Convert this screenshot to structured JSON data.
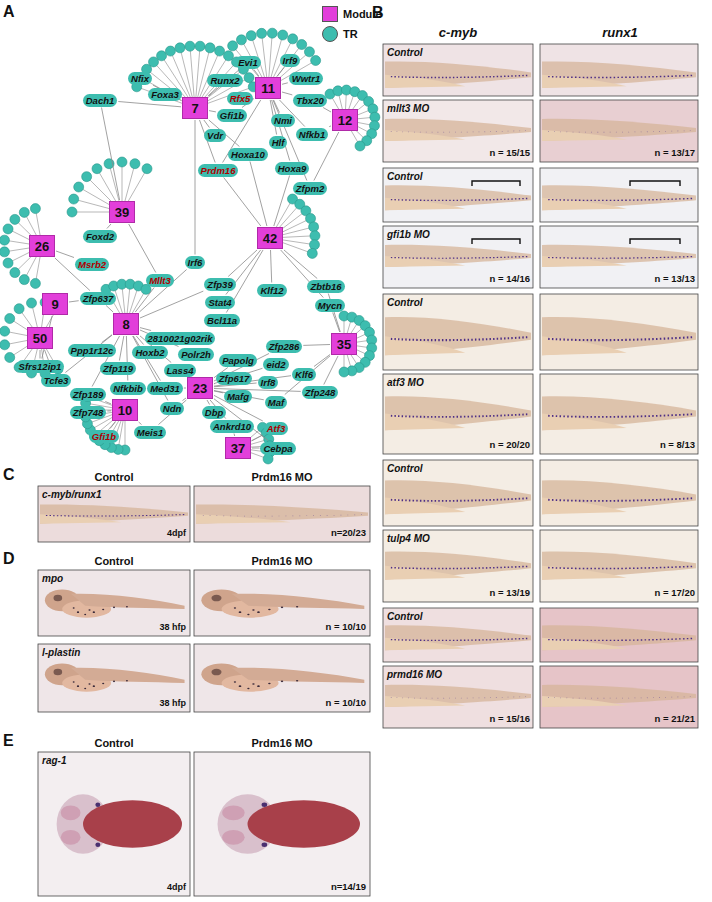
{
  "diagram": {
    "nodes": [
      {
        "text": [
          "7"
        ]
      },
      {
        "text": [
          "11"
        ]
      },
      {
        "text": [
          "12"
        ]
      },
      {
        "text": [
          "39"
        ]
      },
      {
        "text": [
          "26"
        ]
      },
      {
        "text": [
          "9"
        ]
      },
      {
        "text": [
          "50"
        ]
      },
      {
        "text": [
          "8"
        ]
      },
      {
        "text": [
          "42"
        ]
      },
      {
        "text": [
          "35"
        ]
      },
      {
        "text": [
          "10"
        ]
      },
      {
        "text": [
          "23"
        ]
      },
      {
        "text": [
          "37"
        ]
      },
      {
        "text": [
          "Nfix"
        ]
      },
      {
        "text": [
          "Foxa3"
        ]
      },
      {
        "text": [
          "Runx2"
        ]
      },
      {
        "text": [
          "Dach1"
        ]
      },
      {
        "text": [
          "Gfi1b"
        ]
      },
      {
        "text": [
          "Evi1"
        ]
      },
      {
        "text": [
          "Rfx5"
        ]
      },
      {
        "text": [
          "Irf9"
        ]
      },
      {
        "text": [
          "Wwtr1"
        ]
      },
      {
        "text": [
          "Tbx20"
        ]
      },
      {
        "text": [
          "Vdr"
        ]
      },
      {
        "text": [
          "Nmi"
        ]
      },
      {
        "text": [
          "Nfkb1"
        ]
      },
      {
        "text": [
          "Hlf"
        ]
      },
      {
        "text": [
          "Hoxa10"
        ]
      },
      {
        "text": [
          "Prdm16"
        ]
      },
      {
        "text": [
          "Hoxa9"
        ]
      },
      {
        "text": [
          "Zfpm2"
        ]
      },
      {
        "text": [
          "Foxd2"
        ]
      },
      {
        "text": [
          "Msrb2"
        ]
      },
      {
        "text": [
          "Zfp637"
        ]
      },
      {
        "text": [
          "Mllt3"
        ]
      },
      {
        "text": [
          "Irf6"
        ]
      },
      {
        "text": [
          "Zfp39"
        ]
      },
      {
        "text": [
          "Stat4"
        ]
      },
      {
        "text": [
          "Bcl11a"
        ]
      },
      {
        "text": [
          "Klf12"
        ]
      },
      {
        "text": [
          "Zbtb16"
        ]
      },
      {
        "text": [
          "Mycn"
        ]
      },
      {
        "text": [
          "Sfrs12ip1"
        ]
      },
      {
        "text": [
          "Ppp1r12c"
        ]
      },
      {
        "text": [
          "2810021g02rik"
        ]
      },
      {
        "text": [
          "Polr2h"
        ]
      },
      {
        "text": [
          "Zfp119"
        ]
      },
      {
        "text": [
          "Hoxb2"
        ]
      },
      {
        "text": [
          "Lass4"
        ]
      },
      {
        "text": [
          "Tcfe3"
        ]
      },
      {
        "text": [
          "Zfp189"
        ]
      },
      {
        "text": [
          "Med31"
        ]
      },
      {
        "text": [
          "Ndn"
        ]
      },
      {
        "text": [
          "Zfp748"
        ]
      },
      {
        "text": [
          "Nfkbib"
        ]
      },
      {
        "text": [
          "Papolg"
        ]
      },
      {
        "text": [
          "Zfp286"
        ]
      },
      {
        "text": [
          "eid2"
        ]
      },
      {
        "text": [
          "Zfp617"
        ]
      },
      {
        "text": [
          "Irf8"
        ]
      },
      {
        "text": [
          "Klf6"
        ]
      },
      {
        "text": [
          "Zfp248"
        ]
      },
      {
        "text": [
          "Mafg"
        ]
      },
      {
        "text": [
          "Maf"
        ]
      },
      {
        "text": [
          "Dbp"
        ]
      },
      {
        "text": [
          "Meis1"
        ]
      },
      {
        "text": [
          "Ankrd10"
        ]
      },
      {
        "text": [
          "Atf3"
        ]
      },
      {
        "text": [
          "Cebpa"
        ]
      },
      {
        "text": [
          "Gfi1b"
        ]
      }
    ],
    "edges": [
      {
        "from": 0,
        "to": 13,
        "arrow": "none"
      },
      {
        "from": 0,
        "to": 14,
        "arrow": "none"
      },
      {
        "from": 0,
        "to": 15,
        "arrow": "none"
      },
      {
        "from": 0,
        "to": 16,
        "arrow": "none"
      },
      {
        "from": 0,
        "to": 17,
        "arrow": "none"
      },
      {
        "from": 0,
        "to": 18,
        "arrow": "none"
      },
      {
        "from": 0,
        "to": 23,
        "arrow": "none"
      },
      {
        "from": 0,
        "to": 27,
        "arrow": "none"
      },
      {
        "from": 0,
        "to": 28,
        "arrow": "none"
      },
      {
        "from": 0,
        "to": 35,
        "arrow": "none"
      },
      {
        "from": 1,
        "to": 17,
        "arrow": "none"
      },
      {
        "from": 1,
        "to": 18,
        "arrow": "none"
      },
      {
        "from": 1,
        "to": 19,
        "arrow": "none"
      },
      {
        "from": 1,
        "to": 20,
        "arrow": "none"
      },
      {
        "from": 1,
        "to": 21,
        "arrow": "none"
      },
      {
        "from": 1,
        "to": 22,
        "arrow": "none"
      },
      {
        "from": 1,
        "to": 24,
        "arrow": "none"
      },
      {
        "from": 1,
        "to": 25,
        "arrow": "none"
      },
      {
        "from": 1,
        "to": 26,
        "arrow": "none"
      },
      {
        "from": 1,
        "to": 28,
        "arrow": "none"
      },
      {
        "from": 1,
        "to": 29,
        "arrow": "none"
      },
      {
        "from": 1,
        "to": 30,
        "arrow": "none"
      },
      {
        "from": 2,
        "to": 22,
        "arrow": "none"
      },
      {
        "from": 2,
        "to": 25,
        "arrow": "none"
      },
      {
        "from": 2,
        "to": 30,
        "arrow": "none"
      },
      {
        "from": 3,
        "to": 16,
        "arrow": "none"
      },
      {
        "from": 3,
        "to": 31,
        "arrow": "none"
      },
      {
        "from": 3,
        "to": 34,
        "arrow": "none"
      },
      {
        "from": 4,
        "to": 32,
        "arrow": "none"
      },
      {
        "from": 4,
        "to": 33,
        "arrow": "none"
      },
      {
        "from": 5,
        "to": 33,
        "arrow": "none"
      },
      {
        "from": 5,
        "to": 42,
        "arrow": "none"
      },
      {
        "from": 6,
        "to": 42,
        "arrow": "none"
      },
      {
        "from": 6,
        "to": 49,
        "arrow": "none"
      },
      {
        "from": 7,
        "to": 33,
        "arrow": "none"
      },
      {
        "from": 7,
        "to": 34,
        "arrow": "none"
      },
      {
        "from": 7,
        "to": 35,
        "arrow": "none"
      },
      {
        "from": 7,
        "to": 36,
        "arrow": "none"
      },
      {
        "from": 7,
        "to": 43,
        "arrow": "none"
      },
      {
        "from": 7,
        "to": 44,
        "arrow": "none"
      },
      {
        "from": 7,
        "to": 45,
        "arrow": "none"
      },
      {
        "from": 7,
        "to": 46,
        "arrow": "none"
      },
      {
        "from": 7,
        "to": 47,
        "arrow": "none"
      },
      {
        "from": 7,
        "to": 48,
        "arrow": "none"
      },
      {
        "from": 7,
        "to": 49,
        "arrow": "none"
      },
      {
        "from": 7,
        "to": 50,
        "arrow": "none"
      },
      {
        "from": 7,
        "to": 51,
        "arrow": "none"
      },
      {
        "from": 7,
        "to": 52,
        "arrow": "none"
      },
      {
        "from": 7,
        "to": 54,
        "arrow": "none"
      },
      {
        "from": 8,
        "to": 27,
        "arrow": "none"
      },
      {
        "from": 8,
        "to": 28,
        "arrow": "none"
      },
      {
        "from": 8,
        "to": 29,
        "arrow": "none"
      },
      {
        "from": 8,
        "to": 36,
        "arrow": "none"
      },
      {
        "from": 8,
        "to": 37,
        "arrow": "none"
      },
      {
        "from": 8,
        "to": 38,
        "arrow": "none"
      },
      {
        "from": 8,
        "to": 39,
        "arrow": "none"
      },
      {
        "from": 8,
        "to": 40,
        "arrow": "none"
      },
      {
        "from": 8,
        "to": 41,
        "arrow": "none"
      },
      {
        "from": 9,
        "to": 40,
        "arrow": "none"
      },
      {
        "from": 9,
        "to": 41,
        "arrow": "none"
      },
      {
        "from": 9,
        "to": 56,
        "arrow": "none"
      },
      {
        "from": 9,
        "to": 60,
        "arrow": "none"
      },
      {
        "from": 9,
        "to": 61,
        "arrow": "none"
      },
      {
        "from": 9,
        "to": 63,
        "arrow": "none"
      },
      {
        "from": 10,
        "to": 50,
        "arrow": "none"
      },
      {
        "from": 10,
        "to": 53,
        "arrow": "none"
      },
      {
        "from": 10,
        "to": 65,
        "arrow": "none"
      },
      {
        "from": 10,
        "to": 69,
        "arrow": "none"
      },
      {
        "from": 11,
        "to": 51,
        "arrow": "none"
      },
      {
        "from": 11,
        "to": 52,
        "arrow": "none"
      },
      {
        "from": 11,
        "to": 55,
        "arrow": "none"
      },
      {
        "from": 11,
        "to": 56,
        "arrow": "none"
      },
      {
        "from": 11,
        "to": 57,
        "arrow": "none"
      },
      {
        "from": 11,
        "to": 58,
        "arrow": "none"
      },
      {
        "from": 11,
        "to": 59,
        "arrow": "none"
      },
      {
        "from": 11,
        "to": 60,
        "arrow": "none"
      },
      {
        "from": 11,
        "to": 61,
        "arrow": "none"
      },
      {
        "from": 11,
        "to": 62,
        "arrow": "none"
      },
      {
        "from": 11,
        "to": 63,
        "arrow": "none"
      },
      {
        "from": 11,
        "to": 64,
        "arrow": "none"
      },
      {
        "from": 11,
        "to": 65,
        "arrow": "none"
      },
      {
        "from": 11,
        "to": 66,
        "arrow": "none"
      },
      {
        "from": 11,
        "to": 67,
        "arrow": "none"
      },
      {
        "from": 11,
        "to": 68,
        "arrow": "none"
      },
      {
        "from": 12,
        "to": 66,
        "arrow": "none"
      },
      {
        "from": 12,
        "to": 67,
        "arrow": "none"
      },
      {
        "from": 12,
        "to": 68,
        "arrow": "none"
      }
    ],
    "labels": [
      "A",
      "B",
      "c-myb",
      "runx1",
      "Control",
      "mllt3 MO",
      "n = 15/15",
      "n = 13/17",
      "Control",
      "gfi1b MO",
      "n = 14/16",
      "n = 13/13",
      "Control",
      "atf3 MO",
      "n = 20/20",
      "n = 8/13",
      "Control",
      "tulp4 MO",
      "n = 13/19",
      "n = 17/20",
      "Control",
      "prmd16 MO",
      "n = 15/16",
      "n = 21/21",
      "C",
      "Control",
      "Prdm16 MO",
      "c-myb/runx1",
      "4dpf",
      "n=20/23",
      "D",
      "Control",
      "Prdm16 MO",
      "mpo",
      "38 hfp",
      "n = 10/10",
      "l-plastin",
      "38 hfp",
      "n = 10/10",
      "E",
      "Control",
      "Prdm16 MO",
      "rag-1",
      "4dpf",
      "n=14/19"
    ],
    "legend": [
      {
        "text": "Module",
        "color": "#e23fda"
      },
      {
        "text": "TR",
        "color": "#3dbdaf"
      }
    ]
  }
}
